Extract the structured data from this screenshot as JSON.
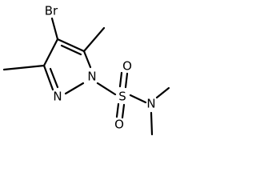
{
  "molecule": {
    "atoms": {
      "br": "Br",
      "n_ring_double": "N",
      "n_ring_substituted": "N",
      "sulfur": "S",
      "oxygen_upper": "O",
      "oxygen_lower": "O",
      "n_amine": "N"
    }
  }
}
